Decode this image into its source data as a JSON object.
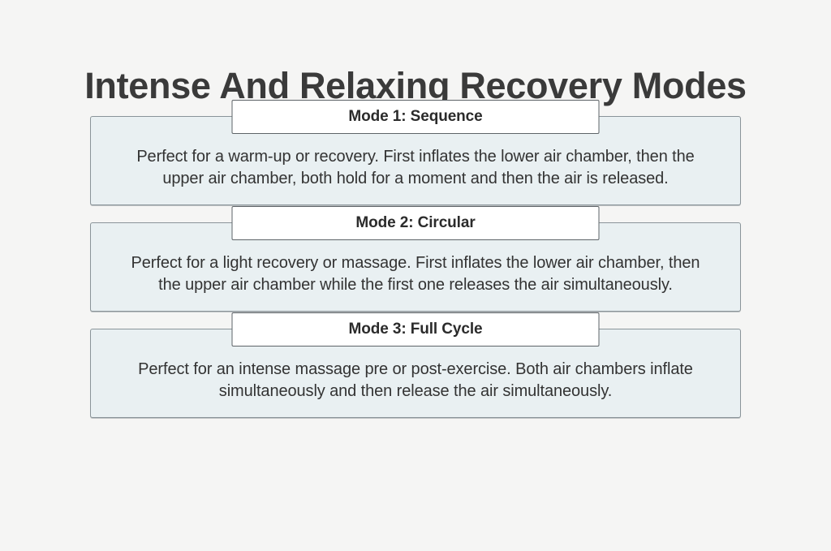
{
  "page": {
    "title": "Intense And Relaxing Recovery Modes",
    "background_color": "#f5f5f4",
    "title_color": "#3a3a3a"
  },
  "style": {
    "card_fill": "#e9f0f2",
    "card_border": "#8a9499",
    "badge_fill": "#ffffff",
    "badge_border": "#5e6468",
    "body_text_color": "#333333",
    "badge_text_color": "#2b2b2b"
  },
  "cards": [
    {
      "badge": "Mode 1: Sequence",
      "description": "Perfect for a warm-up or recovery. First inflates the lower air chamber, then the upper air chamber, both hold for a moment and then the air is released."
    },
    {
      "badge": "Mode 2: Circular",
      "description": "Perfect for a light recovery or massage. First inflates the lower air chamber, then the upper air chamber while the first one releases the air simultaneously."
    },
    {
      "badge": "Mode 3: Full Cycle",
      "description": "Perfect for an intense massage pre or post-exercise. Both air chambers inflate simultaneously and then release the air simultaneously."
    }
  ]
}
